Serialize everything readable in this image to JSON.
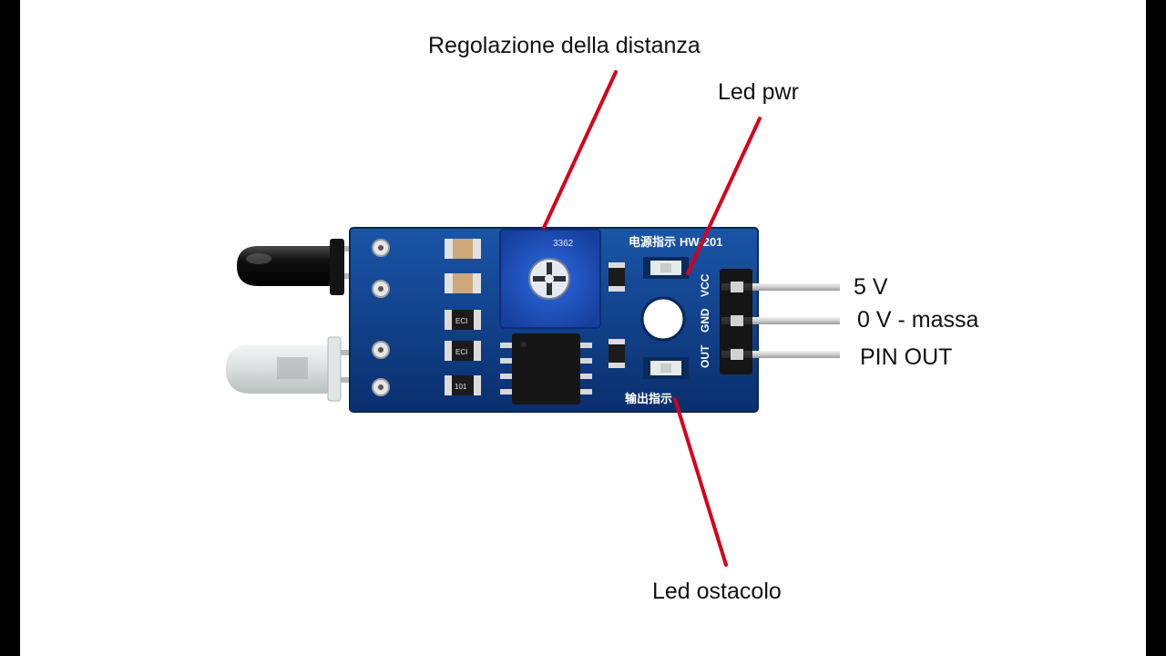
{
  "labels": {
    "distance_adjust": "Regolazione della distanza",
    "led_pwr": "Led pwr",
    "v5": "5 V",
    "v0": "0 V - massa",
    "pin_out": "PIN OUT",
    "led_obstacle": "Led ostacolo"
  },
  "board": {
    "model": "HW-201",
    "pin_vcc": "VCC",
    "pin_gnd": "GND",
    "pin_out": "OUT",
    "pwr_indicator": "电源指示",
    "out_indicator": "输出指示",
    "resistor_code": "101",
    "cap_code": "ECI",
    "pot_code": "3362"
  },
  "colors": {
    "pcb": "#0d3f8c",
    "pointer": "#d6001c",
    "pot": "#1f55c9"
  }
}
